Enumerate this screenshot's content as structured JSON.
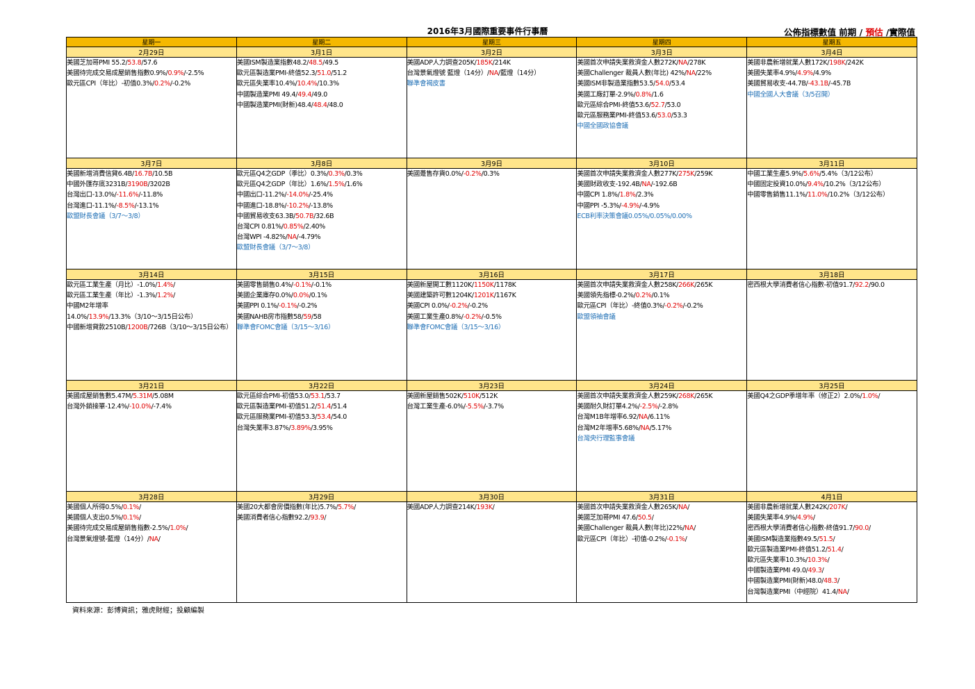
{
  "title": "2016年3月國際重要事件行事曆",
  "legend": {
    "a": "公佈指標數值  前期 / ",
    "b": "預估",
    "c": " /實際值"
  },
  "weekdays": [
    "星期一",
    "星期二",
    "星期三",
    "星期四",
    "星期五"
  ],
  "weeks": [
    {
      "dates": [
        "2月29日",
        "3月1日",
        "3月2日",
        "3月3日",
        "3月4日"
      ],
      "cells": [
        [
          "美國芝加哥PMI 55.2/|53.8|/57.6",
          "美國待完成交易成屋銷售指數0.9%/|0.9%|/-2.5%",
          "歐元區CPI（年比）-初值0.3%/|0.2%|/-0.2%"
        ],
        [
          "美國ISM製造業指數48.2/|48.5|/49.5",
          "歐元區製造業PMI-終值52.3/|51.0|/51.2",
          "歐元區失業率10.4%/|10.4%|/10.3%",
          "中國製造業PMI 49.4/|49.4|/49.0",
          "中國製造業PMI(財新)48.4/|48.4|/48.0"
        ],
        [
          "美國ADP人力調查205K/|185K|/214K",
          "台灣景氣燈號 藍燈（14分）/|NA|/藍燈（14分）",
          "B:聯準會褐皮書"
        ],
        [
          "美國首次申請失業救濟金人數272K/|NA|/278K",
          "美國Challenger 裁員人數(年比) 42%/|NA|/22%",
          "美國ISM非製造業指數53.5/|54.0|/53.4",
          "美國工廠訂單-2.9%/|0.8%|/1.6",
          "歐元區綜合PMI-終值53.6/|52.7|/53.0",
          "歐元區服務業PMI-終值53.6/|53.0|/53.3",
          "B:中國全國政協會議"
        ],
        [
          "美國非農新增就業人數172K/|198K|/242K",
          "美國失業率4.9%/|4.9%|/4.9%",
          "美國貿易收支-44.7B/|-43.1B|/-45.7B",
          "B:中國全國人大會議（3/5召開）"
        ]
      ]
    },
    {
      "dates": [
        "3月7日",
        "3月8日",
        "3月9日",
        "3月10日",
        "3月11日"
      ],
      "cells": [
        [
          "美國新增消費信貸6.4B/|16.7B|/10.5B",
          "中國外匯存底3231B/|3190B|/3202B",
          "台灣出口-13.0%/|-11.6%|/-11.8%",
          "台灣進口-11.1%/|-8.5%|/-13.1%",
          "B:歐盟財長會議（3/7～3/8）"
        ],
        [
          "歐元區Q4之GDP（季比）0.3%/|0.3%|/0.3%",
          "歐元區Q4之GDP（年比）1.6%/|1.5%|/1.6%",
          "中國出口-11.2%/|-14.0%|/-25.4%",
          "中國進口-18.8%/|-10.2%|/-13.8%",
          "中國貿易收支63.3B/|50.7B|/32.6B",
          "台灣CPI 0.81%/|0.85%|/2.40%",
          "台灣WPI -4.82%/|NA|/-4.79%",
          "B:歐盟財長會議（3/7～3/8）"
        ],
        [
          "美國躉售存貨0.0%/|-0.2%|/0.3%"
        ],
        [
          "美國首次申請失業救濟金人數277K/|275K|/259K",
          "美國財政收支-192.4B/|NA|/-192.6B",
          "中國CPI 1.8%/|1.8%|/2.3%",
          "中國PPI -5.3%/|-4.9%|/-4.9%",
          "B:ECB利率決策會議0.05%/0.05%/0.00%"
        ],
        [
          "中國工業生產5.9%/|5.6%|/5.4%（3/12公布）",
          "中國固定投資10.0%/|9.4%|/10.2%（3/12公布）",
          "中國零售銷售11.1%/|11.0%|/10.2%（3/12公布）"
        ]
      ]
    },
    {
      "dates": [
        "3月14日",
        "3月15日",
        "3月16日",
        "3月17日",
        "3月18日"
      ],
      "cells": [
        [
          "歐元區工業生產（月比）-1.0%/|1.4%|/",
          "歐元區工業生產（年比）-1.3%/|1.2%|/",
          "W:中國M2年增率14.0%/|13.9%|/13.3%（3/10～3/15日公布）",
          "W:中國新增貸款2510B/|1200B|/726B（3/10～3/15日公布）"
        ],
        [
          "美國零售銷售0.4%/|-0.1%|/-0.1%",
          "美國企業庫存0.0%/|0.0%|/0.1%",
          "美國PPI 0.1%/|-0.1%|/-0.2%",
          "美國NAHB房市指數58/|59|/58",
          "B:聯準會FOMC會議（3/15～3/16）"
        ],
        [
          "美國新屋開工數1120K/|1150K|/1178K",
          "美國建築許可數1204K/|1201K|/1167K",
          "美國CPI 0.0%/|-0.2%|/-0.2%",
          "美國工業生產0.8%/|-0.2%|/-0.5%",
          "B:聯準會FOMC會議（3/15～3/16）"
        ],
        [
          "美國首次申請失業救濟金人數258K/|266K|/265K",
          "美國領先指標-0.2%/|0.2%|/0.1%",
          "歐元區CPI（年比）-終值0.3%/|-0.2%|/-0.2%",
          "B:歐盟領袖會議"
        ],
        [
          "密西根大學消費者信心指數-初值91.7/|92.2|/90.0"
        ]
      ]
    },
    {
      "dates": [
        "3月21日",
        "3月22日",
        "3月23日",
        "3月24日",
        "3月25日"
      ],
      "cells": [
        [
          "美國成屋銷售數5.47M/|5.31M|/5.08M",
          "台灣外銷接單-12.4%/|-10.0%|/-7.4%"
        ],
        [
          "歐元區綜合PMI-初值53.0/|53.1|/53.7",
          "歐元區製造業PMI-初值51.2/|51.4|/51.4",
          "歐元區服務業PMI-初值53.3/|53.4|/54.0",
          "台灣失業率3.87%/|3.89%|/3.95%"
        ],
        [
          "美國新屋銷售502K/|510K|/512K",
          "台灣工業生產-6.0%/|-5.5%|/-3.7%"
        ],
        [
          "美國首次申請失業救濟金人數259K/|268K|/265K",
          "美國耐久財訂單4.2%/|-2.5%|/-2.8%",
          "台灣M1B年增率6.92/|NA|/6.11%",
          "台灣M2年增率5.68%/|NA|/5.17%",
          "B:台灣央行理監事會議"
        ],
        [
          "美國Q4之GDP季增年率（修正2）2.0%/|1.0%|/"
        ]
      ]
    },
    {
      "dates": [
        "3月28日",
        "3月29日",
        "3月30日",
        "3月31日",
        "4月1日"
      ],
      "cells": [
        [
          "美國個人所得0.5%/|0.1%|/",
          "美國個人支出0.5%/|0.1%|/",
          "美國待完成交易成屋銷售指數-2.5%/|1.0%|/",
          "台灣景氣燈號-藍燈（14分）/|NA|/"
        ],
        [
          "美國20大都會房價指數(年比)5.7%/|5.7%|/",
          "美國消費者信心指數92.2/|93.9|/"
        ],
        [
          "美國ADP人力調查214K/|193K|/"
        ],
        [
          "美國首次申請失業救濟金人數265K/|NA|/",
          "美國芝加哥PMI 47.6/|50.5|/",
          "美國Challenger 裁員人數(年比)22%/|NA|/",
          "歐元區CPI（年比）-初值-0.2%/|-0.1%|/"
        ],
        [
          "美國非農新增就業人數242K/|207K|/",
          "美國失業率4.9%/|4.9%|/",
          "密西根大學消費者信心指數-終值91.7/|90.0|/",
          "美國ISM製造業指數49.5/|51.5|/",
          "歐元區製造業PMI-終值51.2/|51.4|/",
          "歐元區失業率10.3%/|10.3%|/",
          "中國製造業PMI 49.0/|49.3|/",
          "中國製造業PMI(財新)48.0/|48.3|/",
          "台灣製造業PMI（中經院）41.4/|NA|/"
        ]
      ]
    }
  ],
  "footer": "資料來源：彭博資訊；雅虎財經；投顧編製"
}
